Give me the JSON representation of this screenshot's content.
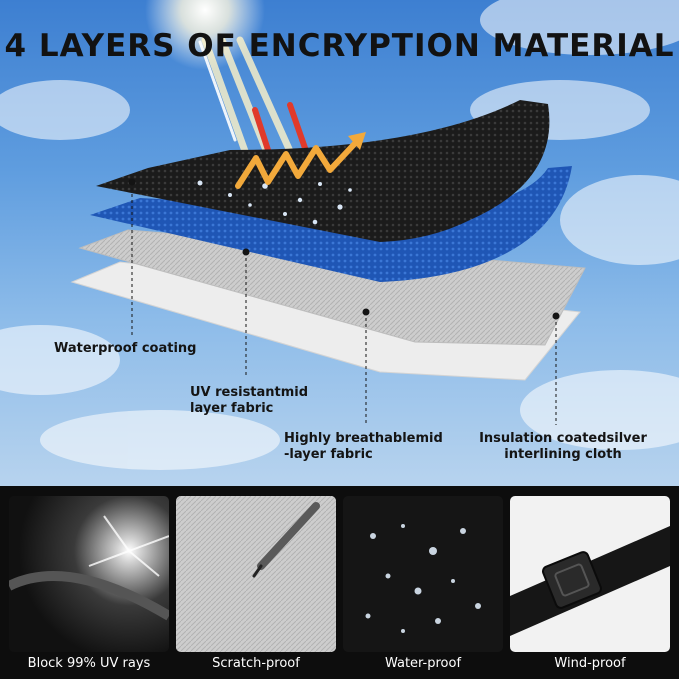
{
  "title": "4 LAYERS OF ENCRYPTION MATERIAL",
  "layers": [
    {
      "label_line1": "Waterproof coating",
      "label_line2": ""
    },
    {
      "label_line1": "UV resistantmid",
      "label_line2": "layer fabric"
    },
    {
      "label_line1": "Highly breathablemid",
      "label_line2": "-layer fabric"
    },
    {
      "label_line1": "Insulation coatedsilver",
      "label_line2": "interlining cloth"
    }
  ],
  "features": [
    {
      "caption": "Block 99% UV rays",
      "icon": "uv-sunlight-icon"
    },
    {
      "caption": "Scratch-proof",
      "icon": "scratch-icon"
    },
    {
      "caption": "Water-proof",
      "icon": "water-drops-icon"
    },
    {
      "caption": "Wind-proof",
      "icon": "buckle-strap-icon"
    }
  ],
  "colors": {
    "sky": "#5f9ddf",
    "black_layer": "#1a1a1a",
    "blue_layer": "#1f56b5",
    "silver_layer": "#cfcfcf",
    "white_layer": "#ececec",
    "heat_arrow": "#f2a93b",
    "bottom_band": "#0d0d0d"
  }
}
